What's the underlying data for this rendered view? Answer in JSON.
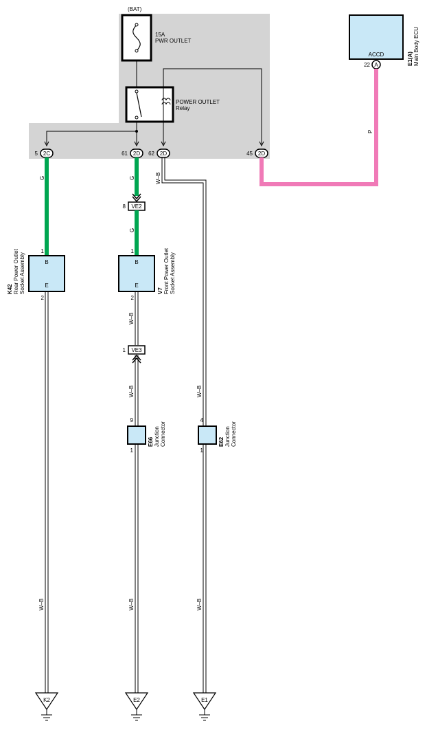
{
  "diagram": {
    "power_source": "(BAT)",
    "fuse": {
      "rating": "15A",
      "name": "PWR OUTLET"
    },
    "relay": {
      "name": "POWER OUTLET",
      "sub": "Relay"
    },
    "ecu": {
      "terminal": "ACCD",
      "pin": "22",
      "connector": "A",
      "code": "E1(A)",
      "name": "Main Body ECU"
    },
    "junction_connectors": [
      {
        "label": "2C",
        "pin": "5"
      },
      {
        "label": "2D",
        "pin": "61"
      },
      {
        "label": "2D",
        "pin": "62"
      },
      {
        "label": "2D",
        "pin": "45"
      }
    ],
    "inline_connectors": [
      {
        "label": "VE2",
        "pin": "8"
      },
      {
        "label": "VE3",
        "pin": "1"
      }
    ],
    "components": [
      {
        "code": "K42",
        "name_line1": "Rear Power Outlet",
        "name_line2": "Socket Assembly",
        "term_top": "B",
        "term_bottom": "E",
        "pin_top": "1",
        "pin_bottom": "2"
      },
      {
        "code": "V7",
        "name_line1": "Front Power Outlet",
        "name_line2": "Socket Assembly",
        "term_top": "B",
        "term_bottom": "E",
        "pin_top": "1",
        "pin_bottom": "2"
      },
      {
        "code": "E66",
        "name_line1": "Junction",
        "name_line2": "Connector",
        "pin_top": "9",
        "pin_bottom": "1"
      },
      {
        "code": "E62",
        "name_line1": "Junction",
        "name_line2": "Connector",
        "pin_top": "4",
        "pin_bottom": "1"
      }
    ],
    "wire_colors": {
      "green": "G",
      "pink": "P",
      "white_black": "W–B"
    },
    "grounds": [
      "K2",
      "E2",
      "E1"
    ],
    "colors": {
      "green_wire": "#00a651",
      "pink_wire": "#f07ab7",
      "component_fill": "#c9e8f7",
      "gray_area": "#d4d4d4"
    }
  }
}
